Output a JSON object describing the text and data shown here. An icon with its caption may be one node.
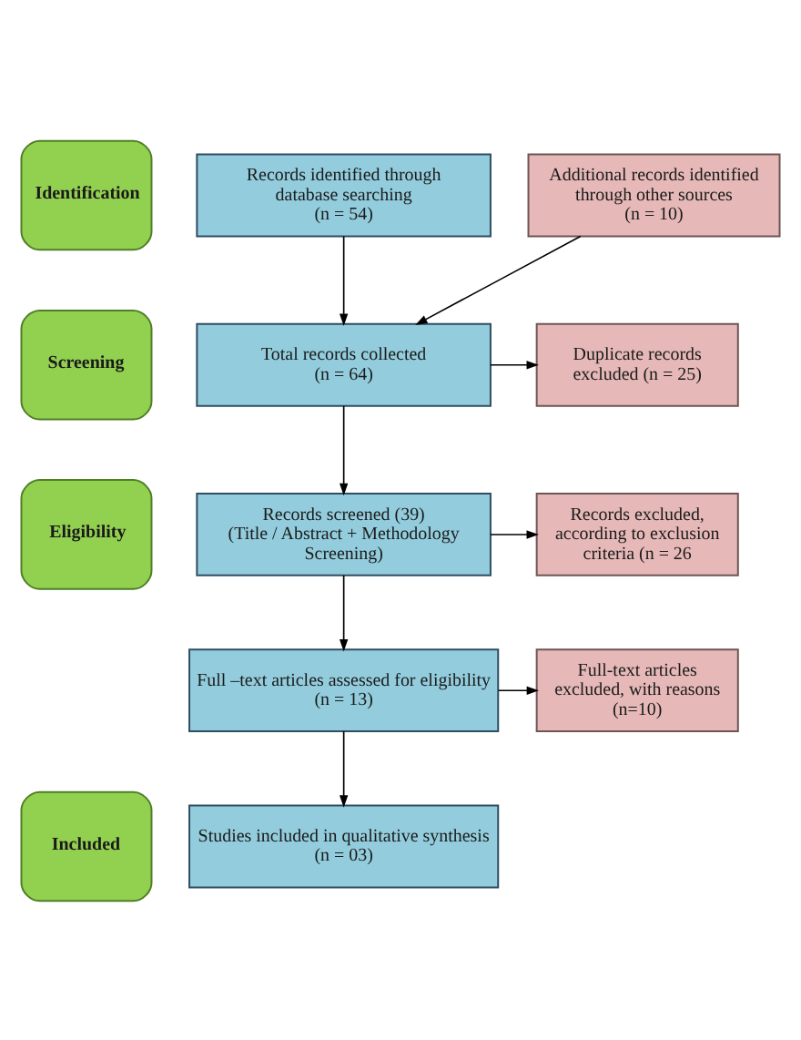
{
  "diagram": {
    "nodes": [
      {
        "text": [
          "Identification"
        ]
      },
      {
        "text": [
          "Records identified through database searching (n = 54)"
        ]
      },
      {
        "text": [
          "Additional records identified through other sources (n = 10)"
        ]
      },
      {
        "text": [
          "Screening"
        ]
      },
      {
        "text": [
          "Total records collected (n = 64)"
        ]
      },
      {
        "text": [
          "Duplicate records excluded (n = 25)"
        ]
      },
      {
        "text": [
          "Eligibility"
        ]
      },
      {
        "text": [
          "Records screened (39) (Title / Abstract + Methodology Screening)"
        ]
      },
      {
        "text": [
          "Records excluded, according to exclusion criteria (n = 26"
        ]
      },
      {
        "text": [
          "Full –text articles assessed for eligibility (n = 13)"
        ]
      },
      {
        "text": [
          "Full-text articles excluded, with reasons (n=10)"
        ]
      },
      {
        "text": [
          "Included"
        ]
      },
      {
        "text": [
          "Studies included in qualitative synthesis (n = 03)"
        ]
      }
    ],
    "edges": [
      {
        "from": 1,
        "to": 4,
        "arrow": "to"
      },
      {
        "from": 2,
        "to": 4,
        "arrow": "to"
      },
      {
        "from": 4,
        "to": 5,
        "arrow": "to"
      },
      {
        "from": 4,
        "to": 7,
        "arrow": "to"
      },
      {
        "from": 7,
        "to": 8,
        "arrow": "to"
      },
      {
        "from": 7,
        "to": 9,
        "arrow": "to"
      },
      {
        "from": 9,
        "to": 10,
        "arrow": "to"
      },
      {
        "from": 9,
        "to": 12,
        "arrow": "to"
      }
    ]
  }
}
